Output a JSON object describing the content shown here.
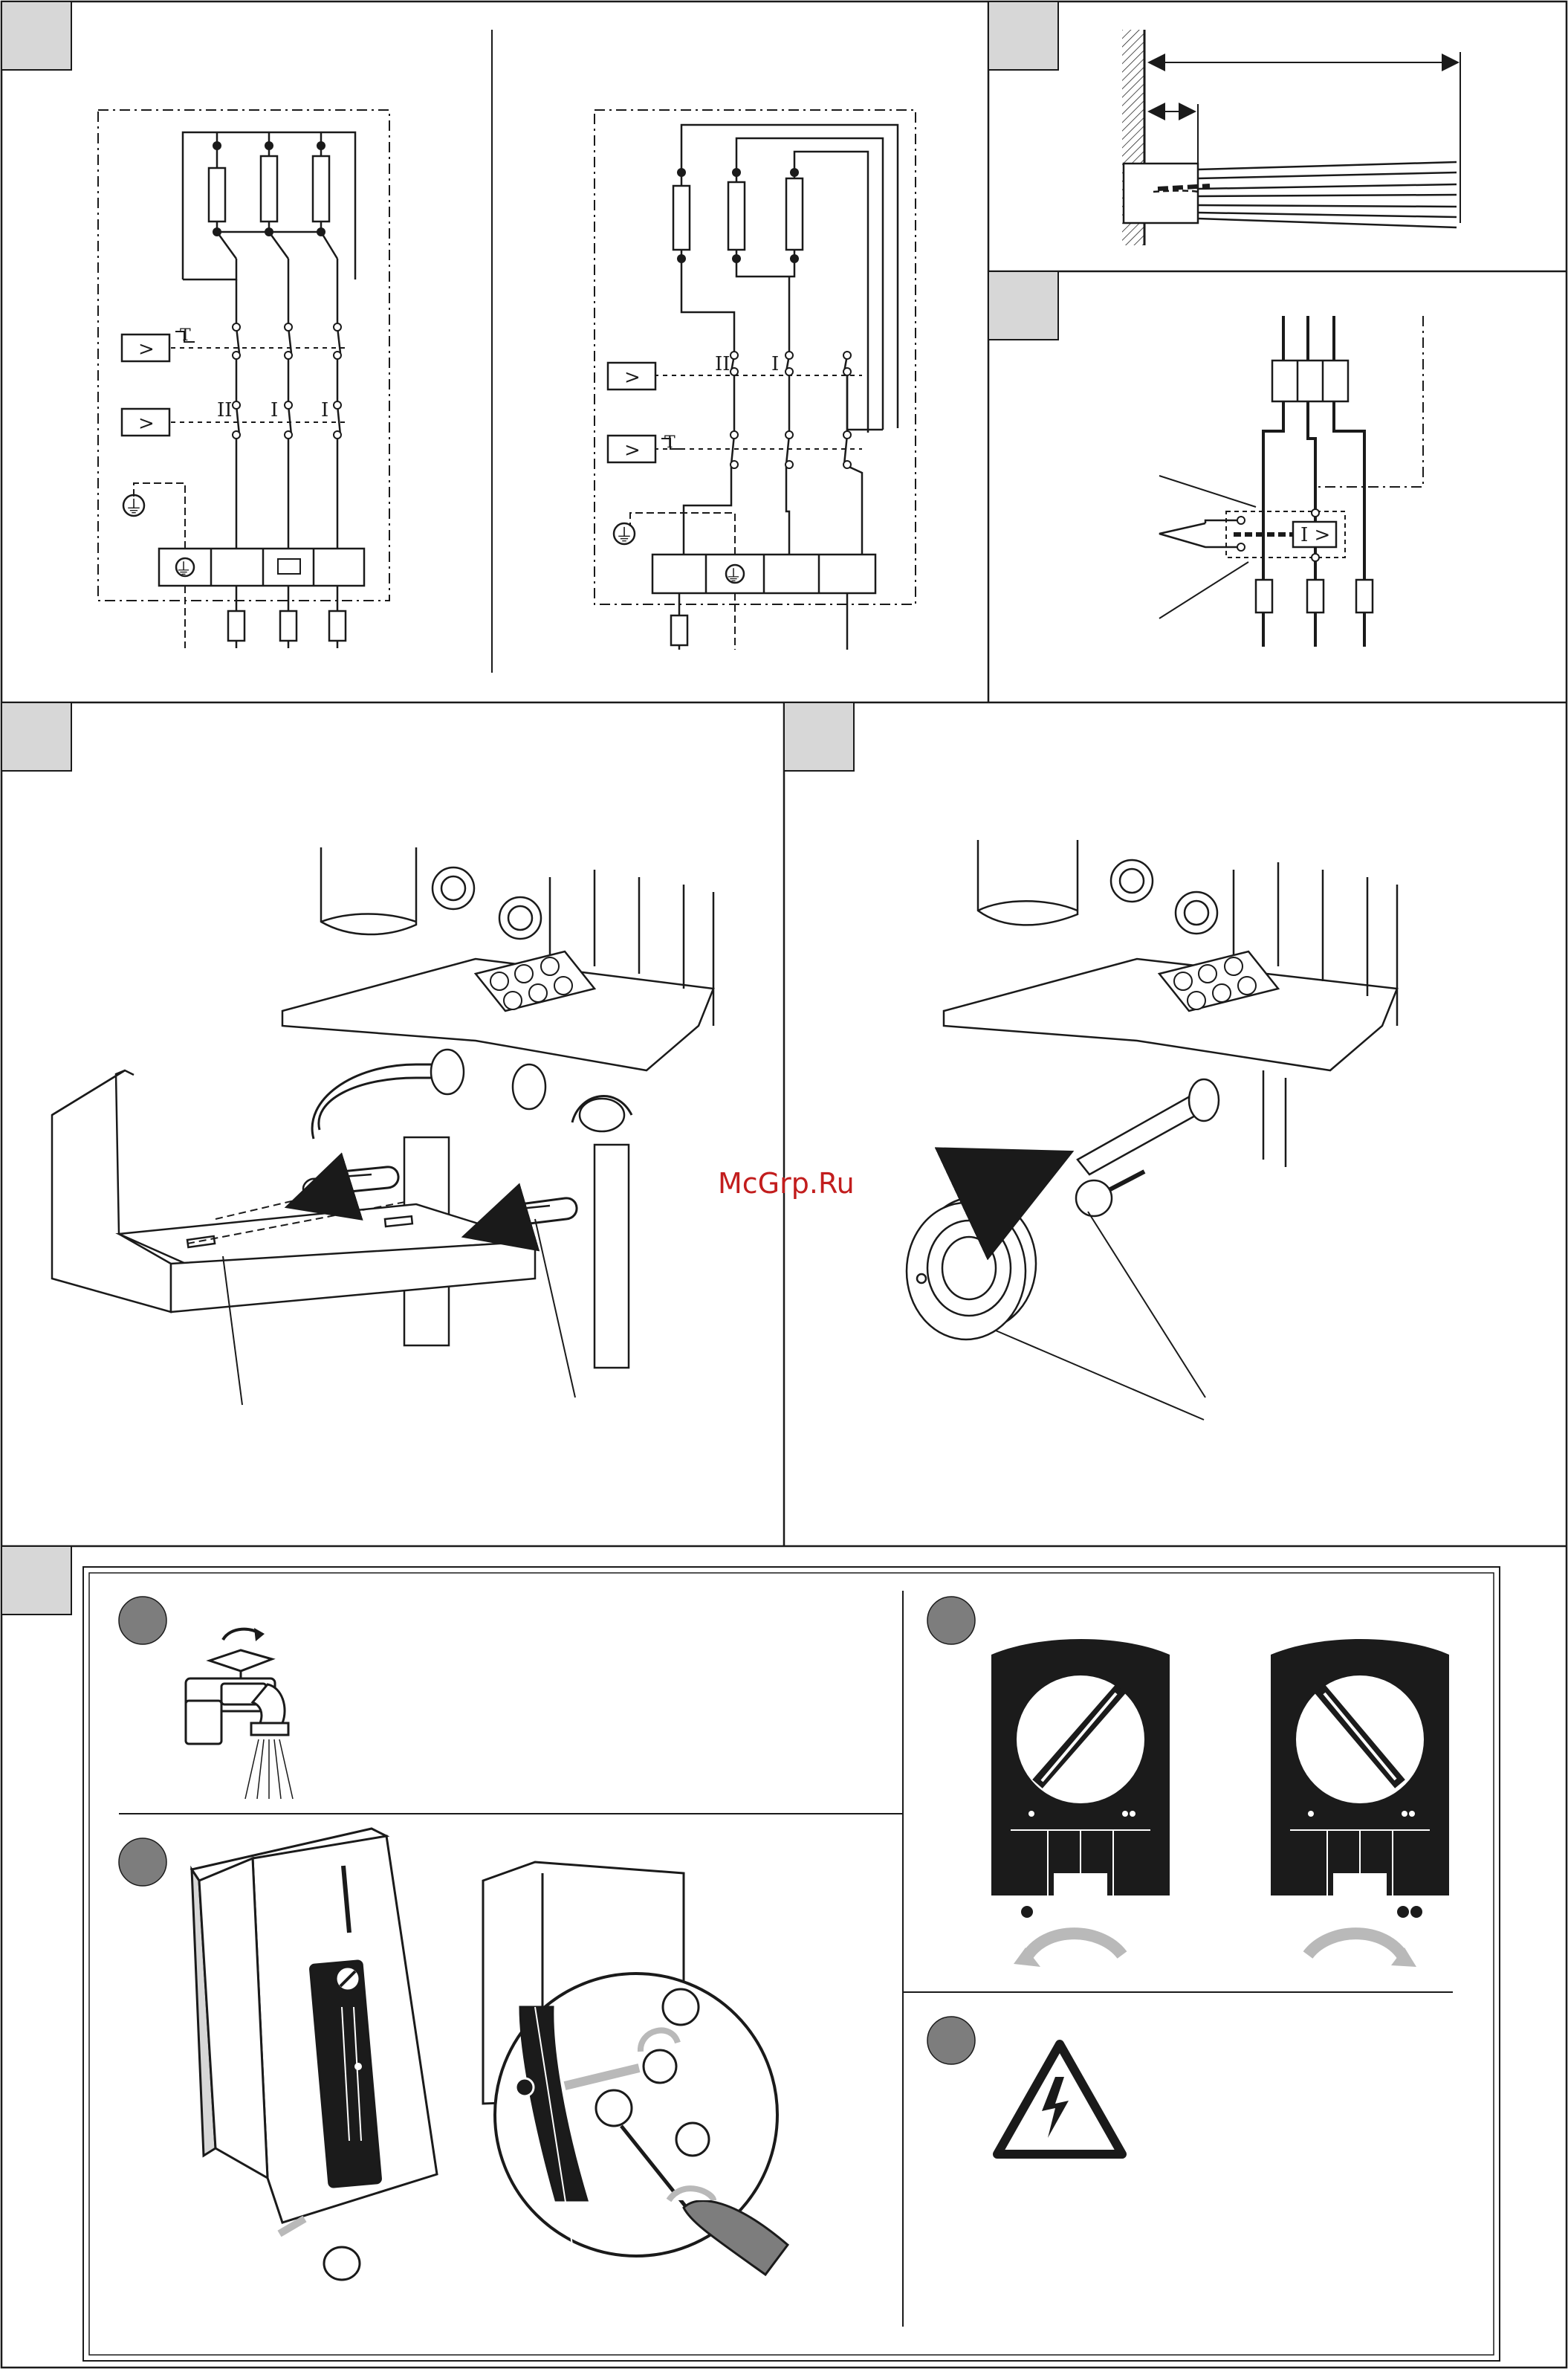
{
  "watermark": "McGrp.Ru",
  "schematic_left": {
    "stage_labels": [
      "II",
      "I",
      "I"
    ],
    "ground_symbol": "⏚",
    "pressure_symbol": ">",
    "thermal_symbol": "T"
  },
  "schematic_right": {
    "stage_labels": [
      "II",
      "I"
    ],
    "ground_symbol": "⏚",
    "pressure_symbol": ">",
    "thermal_symbol": "T"
  },
  "relay_panel": {
    "relay_label": "I >"
  },
  "colors": {
    "line": "#1a1a1a",
    "panel_gray": "#d7d7d7",
    "step_dot": "#7d7d7d",
    "device_dark": "#1b1b1b",
    "arrow_gray": "#b9b9b9",
    "watermark": "#c21d1d"
  },
  "icons": [
    "tap-icon",
    "warning-high-voltage-icon",
    "screwdriver-icon",
    "rotate-arrow-icon"
  ]
}
